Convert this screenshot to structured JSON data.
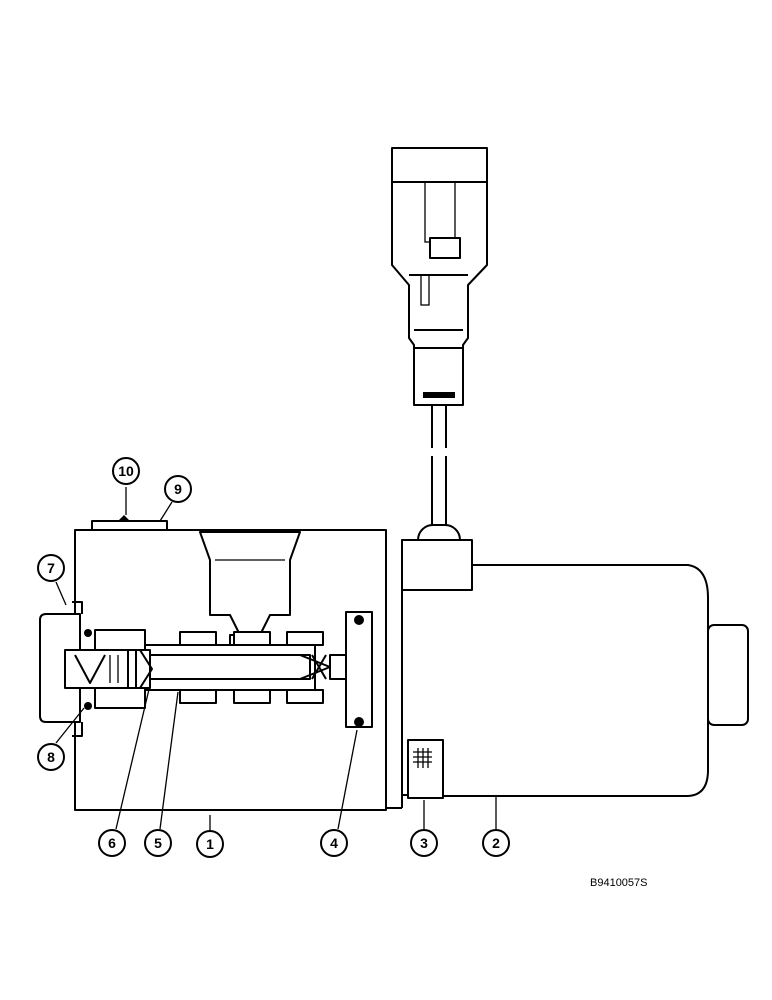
{
  "diagram": {
    "callouts": [
      {
        "id": "1",
        "label": "1"
      },
      {
        "id": "2",
        "label": "2"
      },
      {
        "id": "3",
        "label": "3"
      },
      {
        "id": "4",
        "label": "4"
      },
      {
        "id": "5",
        "label": "5"
      },
      {
        "id": "6",
        "label": "6"
      },
      {
        "id": "7",
        "label": "7"
      },
      {
        "id": "8",
        "label": "8"
      },
      {
        "id": "9",
        "label": "9"
      },
      {
        "id": "10",
        "label": "10"
      }
    ],
    "reference_code": "B9410057S"
  }
}
